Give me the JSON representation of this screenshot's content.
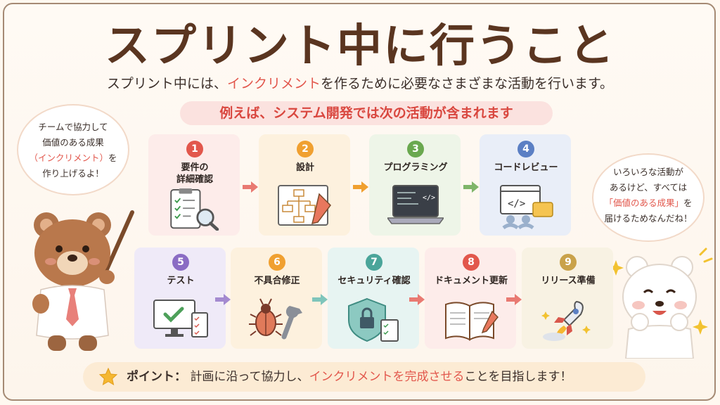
{
  "title": "スプリント中に行うこと",
  "subtitle": {
    "before": "スプリント中には、",
    "highlight": "インクリメント",
    "after": "を作るために必要なさまざまな活動を行います。"
  },
  "example_banner": "例えば、システム開発では次の活動が含まれます",
  "bubble_left": {
    "line1": "チームで協力して",
    "line2": "価値のある成果",
    "line3_hl": "（インクリメント）",
    "line3_rest": "を",
    "line4": "作り上げるよ！"
  },
  "bubble_right": {
    "line1": "いろいろな活動が",
    "line2": "あるけど、すべては",
    "line3_hl": "「価値のある成果」",
    "line3_rest": "を",
    "line4": "届けるためなんだね！"
  },
  "steps": [
    {
      "num": "1",
      "label": "要件の\n詳細確認",
      "icon": "checklist-magnifier-icon",
      "color": "#e2574c",
      "bg": "#fdecea"
    },
    {
      "num": "2",
      "label": "設計",
      "icon": "diagram-pencil-icon",
      "color": "#f0a030",
      "bg": "#fdf1de"
    },
    {
      "num": "3",
      "label": "プログラミング",
      "icon": "laptop-code-icon",
      "color": "#6aa84f",
      "bg": "#eef5e8"
    },
    {
      "num": "4",
      "label": "コードレビュー",
      "icon": "code-review-icon",
      "color": "#5b7fc4",
      "bg": "#e9eef8"
    },
    {
      "num": "5",
      "label": "テスト",
      "icon": "monitor-check-icon",
      "color": "#8a6cc4",
      "bg": "#efeaf8"
    },
    {
      "num": "6",
      "label": "不具合修正",
      "icon": "bug-wrench-icon",
      "color": "#f0a030",
      "bg": "#fdf1de"
    },
    {
      "num": "7",
      "label": "セキュリティ確認",
      "icon": "shield-lock-icon",
      "color": "#4aa59a",
      "bg": "#e7f4f2"
    },
    {
      "num": "8",
      "label": "ドキュメント更新",
      "icon": "book-pencil-icon",
      "color": "#e2574c",
      "bg": "#fdecea"
    },
    {
      "num": "9",
      "label": "リリース準備",
      "icon": "rocket-icon",
      "color": "#c9a24a",
      "bg": "#f8f2e3"
    }
  ],
  "point": {
    "label": "ポイント：",
    "text_before": "計画に沿って協力し、",
    "highlight": "インクリメントを完成させる",
    "text_after": "ことを目指します！"
  }
}
